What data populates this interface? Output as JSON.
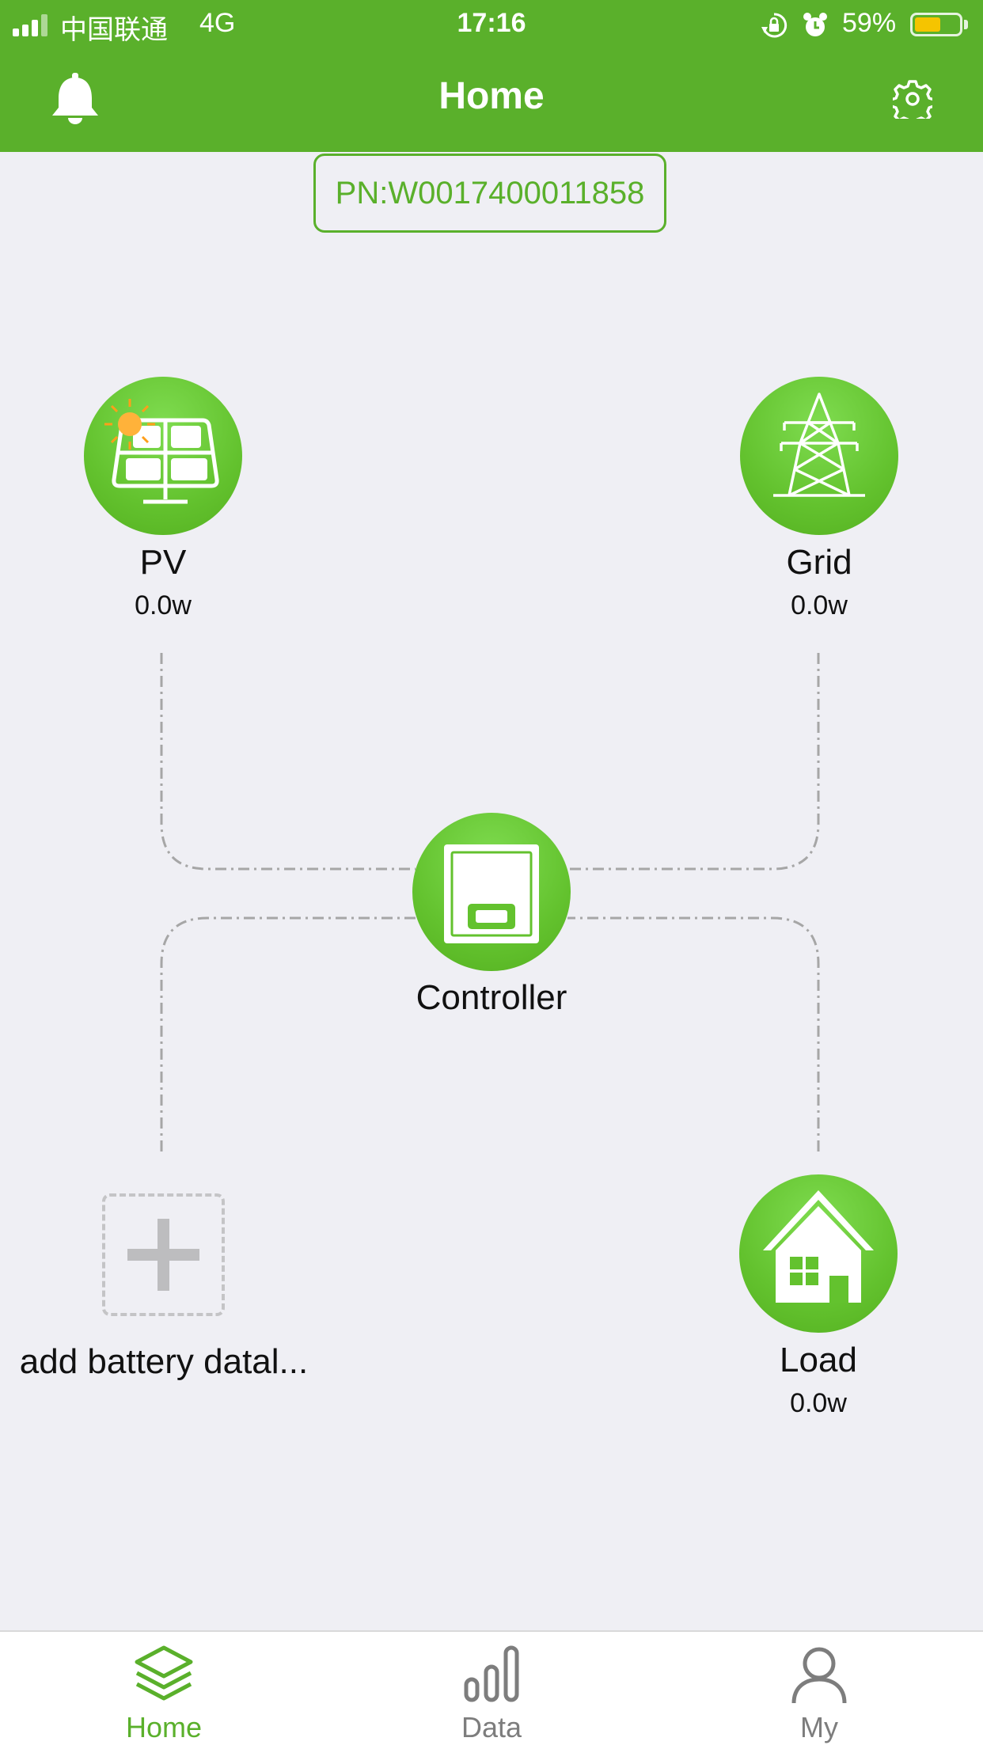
{
  "status_bar": {
    "carrier": "中国联通",
    "network": "4G",
    "time": "17:16",
    "battery_percent": "59%",
    "battery_level": 0.59
  },
  "header": {
    "title": "Home"
  },
  "device": {
    "pn": "PN:W0017400011858"
  },
  "nodes": {
    "pv": {
      "label": "PV",
      "value": "0.0w"
    },
    "grid": {
      "label": "Grid",
      "value": "0.0w"
    },
    "controller": {
      "label": "Controller"
    },
    "battery": {
      "label": "add battery datal..."
    },
    "load": {
      "label": "Load",
      "value": "0.0w"
    }
  },
  "tabs": [
    {
      "label": "Home",
      "active": true
    },
    {
      "label": "Data",
      "active": false
    },
    {
      "label": "My",
      "active": false
    }
  ],
  "colors": {
    "brand_green": "#5ab02b",
    "inactive_tab": "#7d7d7d",
    "battery_fill": "#f5c400"
  }
}
